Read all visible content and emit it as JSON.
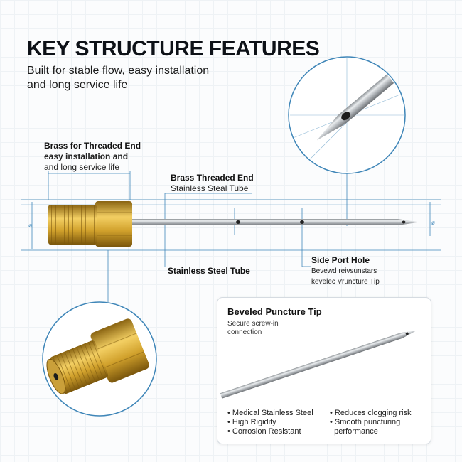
{
  "header": {
    "title": "KEY STRUCTURE FEATURES",
    "subtitle_line1": "Built for stable flow, easy installation",
    "subtitle_line2": "and long service life"
  },
  "callouts": {
    "brass_title": "Brass for Threaded End",
    "brass_line1": "easy installation and",
    "brass_line2": "and long service life",
    "threaded_title": "Brass Threaded End",
    "threaded_sub": "Stainless Steal Tube",
    "tube_title": "Stainless Steel Tube",
    "side_title": "Side Port Hole",
    "side_line1": "Bevewd reivsunstars",
    "side_line2": "kevelec Vruncture Tip"
  },
  "card": {
    "title": "Beveled Puncture Tip",
    "sub_line1": "Secure screw-in",
    "sub_line2": "connection",
    "features_left": [
      "Medical Stainless Steel",
      "High Rigidity",
      "Corrosion Resistant"
    ],
    "features_right": [
      "Reduces clogging risk",
      "Smooth puncturing",
      "performance"
    ]
  },
  "colors": {
    "accent_blue": "#3f86b8",
    "brass": "#d4a52a",
    "steel": "#b8bcc0"
  }
}
